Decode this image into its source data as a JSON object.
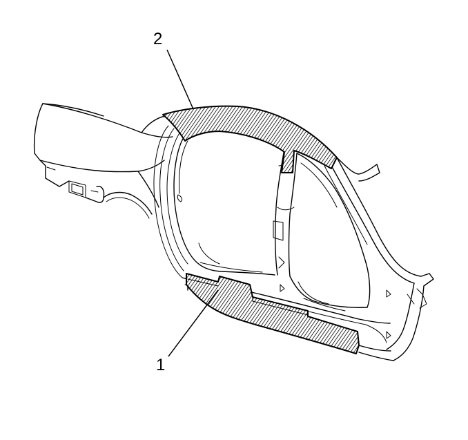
{
  "diagram": {
    "callouts": [
      {
        "id": "1",
        "label": "1"
      },
      {
        "id": "2",
        "label": "2"
      }
    ]
  },
  "colors": {
    "line": "#000000",
    "background": "#ffffff"
  }
}
